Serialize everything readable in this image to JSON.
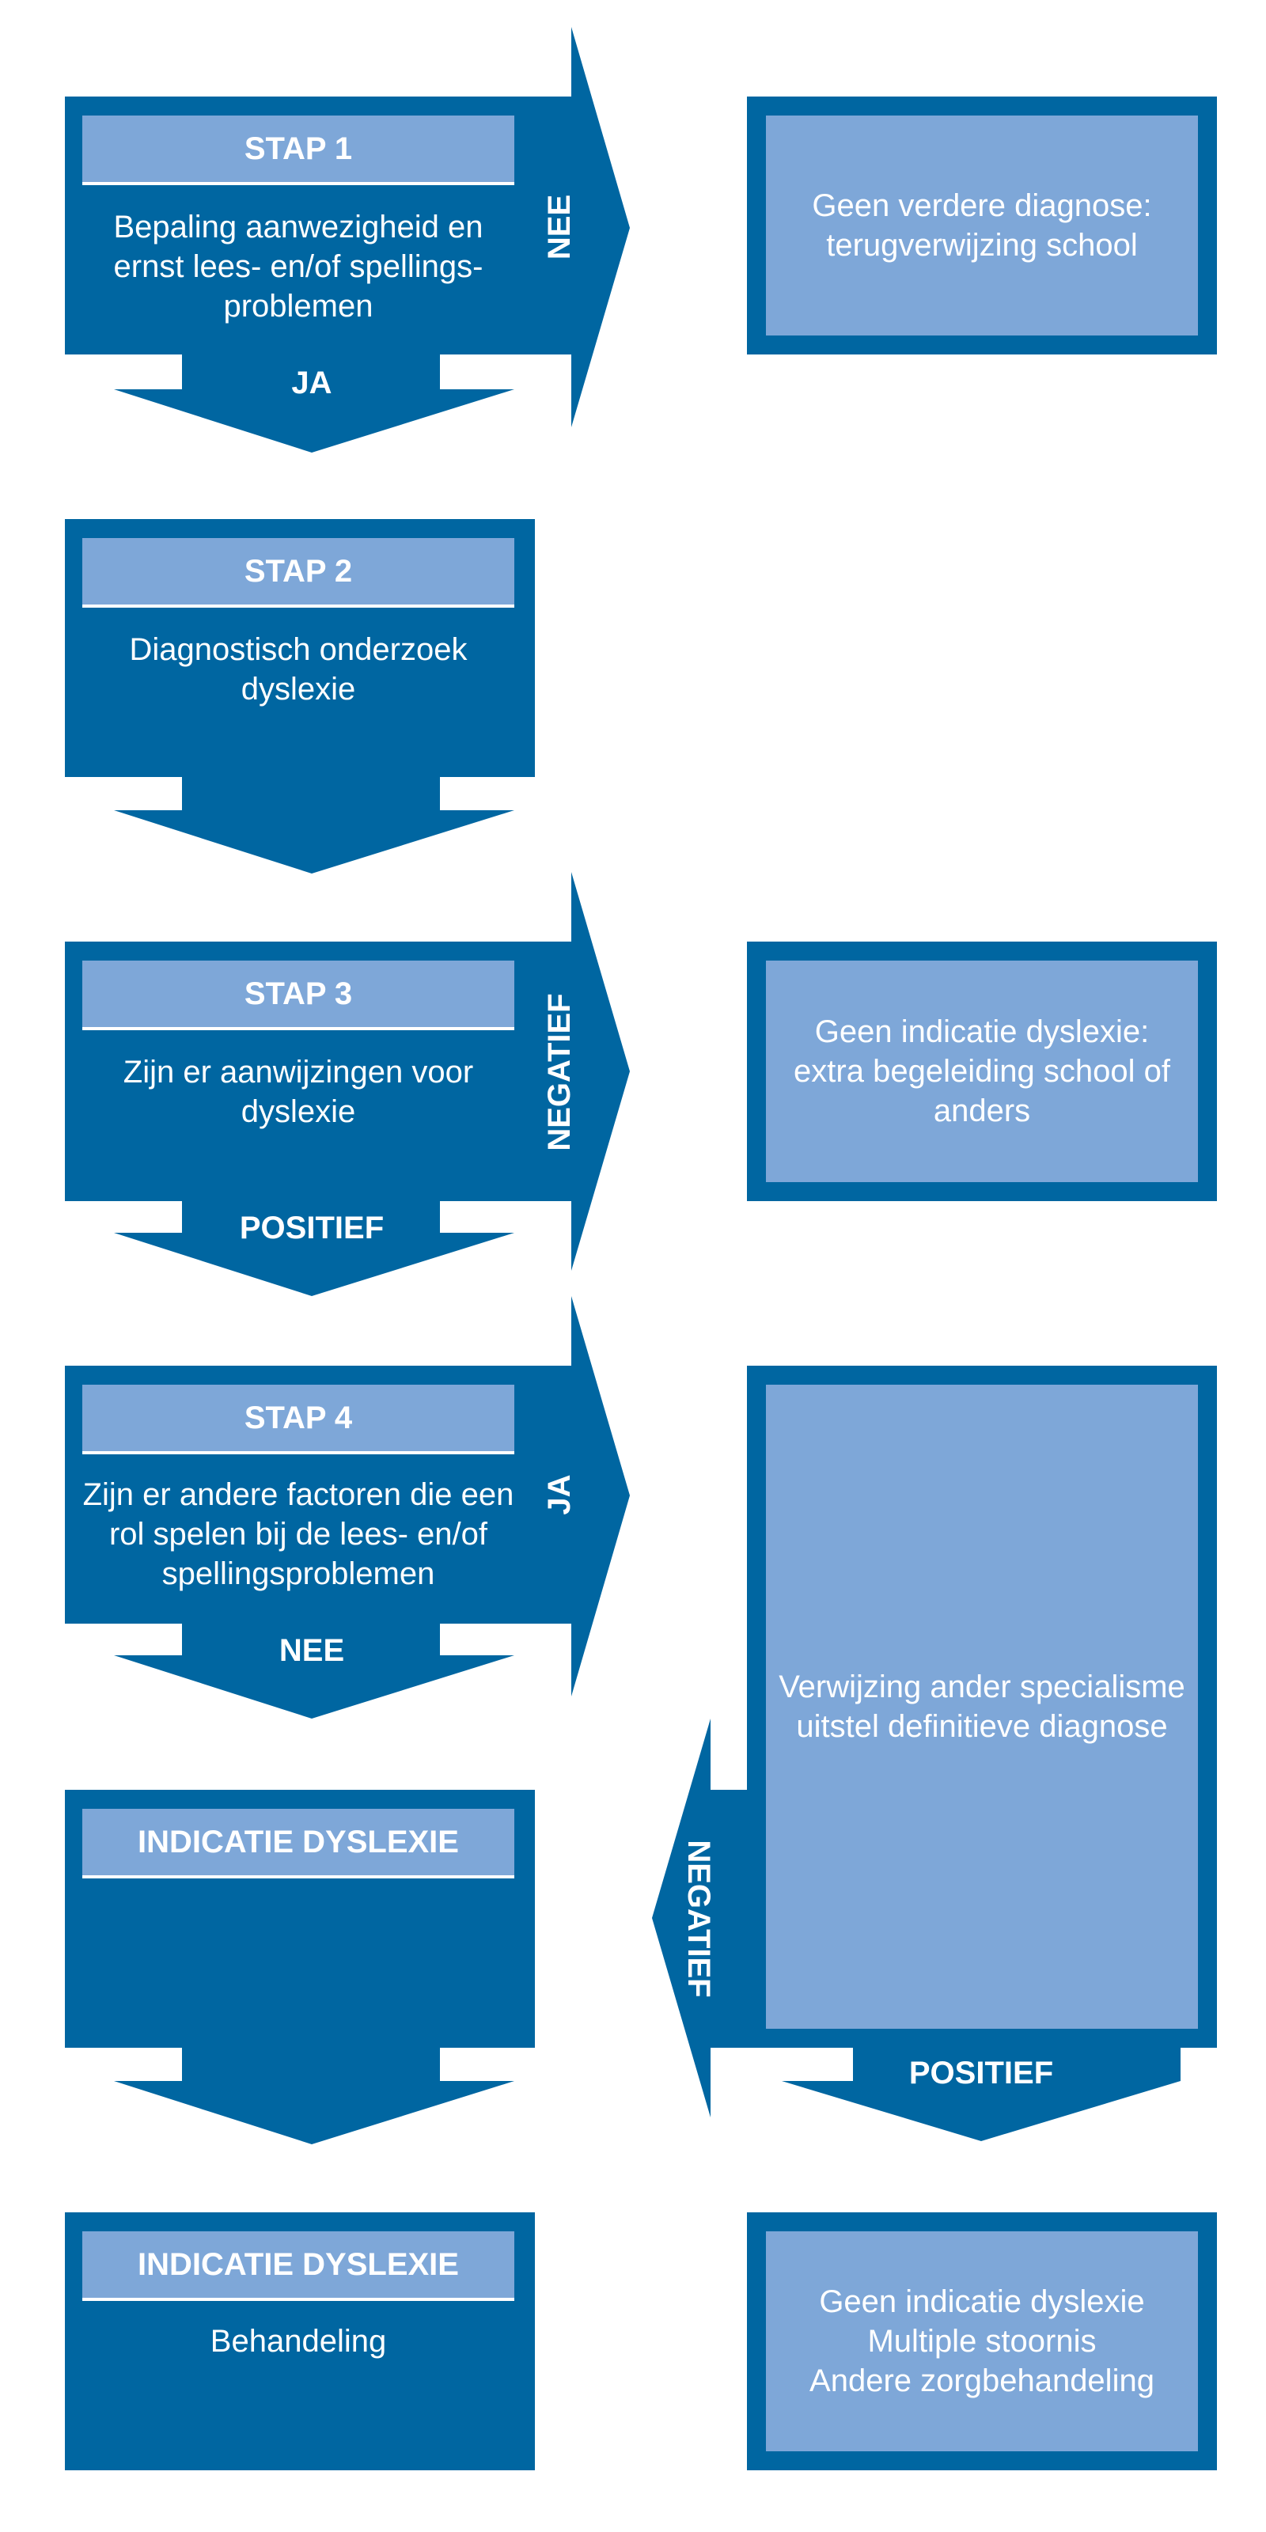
{
  "steps": [
    {
      "title": "STAP 1",
      "text": "Bepaling aanwezigheid en ernst lees- en/of spellings-problemen",
      "down_label": "JA",
      "side_label": "NEE"
    },
    {
      "title": "STAP 2",
      "text": "Diagnostisch onderzoek dyslexie"
    },
    {
      "title": "STAP 3",
      "text": "Zijn er aanwijzingen voor dyslexie",
      "down_label": "POSITIEF",
      "side_label": "NEGATIEF"
    },
    {
      "title": "STAP 4",
      "text": "Zijn er andere factoren die een rol spelen bij de lees- en/of spellingsproblemen",
      "down_label": "NEE",
      "side_label": "JA"
    },
    {
      "title": "INDICATIE DYSLEXIE",
      "text": ""
    },
    {
      "title": "INDICATIE DYSLEXIE",
      "text": "Behandeling"
    }
  ],
  "outcomes": [
    {
      "lines": [
        "Geen verdere diagnose:",
        "terugverwijzing school"
      ]
    },
    {
      "lines": [
        "Geen indicatie dyslexie:",
        "extra begeleiding school of",
        "anders"
      ]
    },
    {
      "lines": [
        "Verwijzing ander specialisme",
        "uitstel definitieve diagnose"
      ],
      "down_label": "POSITIEF",
      "side_label": "NEGATIEF"
    },
    {
      "lines": [
        "Geen indicatie dyslexie",
        "Multiple stoornis",
        "Andere zorgbehandeling"
      ]
    }
  ],
  "colors": {
    "dark": "#0066a1",
    "light": "#7ea7d8"
  }
}
